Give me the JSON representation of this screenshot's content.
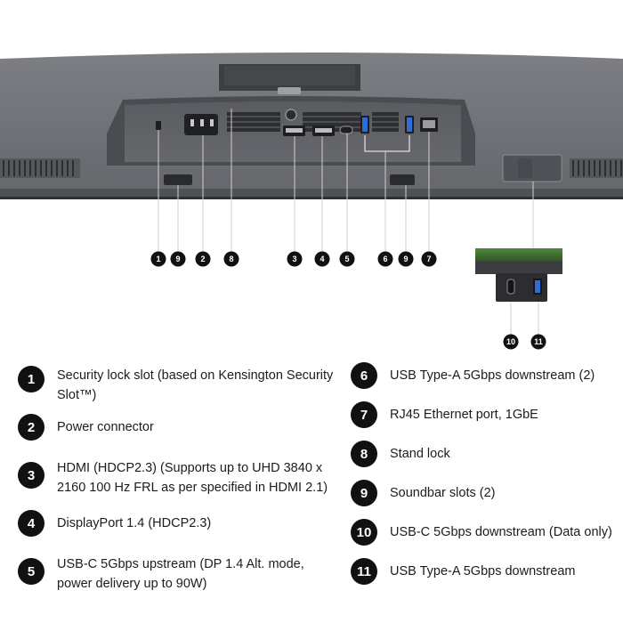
{
  "callouts": {
    "c1": "1",
    "c2": "2",
    "c3": "3",
    "c4": "4",
    "c5": "5",
    "c6": "6",
    "c7": "7",
    "c8": "8",
    "c9a": "9",
    "c9b": "9",
    "c10": "10",
    "c11": "11"
  },
  "legend": [
    {
      "num": "1",
      "text": "Security lock slot (based on Kensington Security Slot™)"
    },
    {
      "num": "2",
      "text": "Power connector"
    },
    {
      "num": "3",
      "text": "HDMI (HDCP2.3) (Supports up to UHD 3840 x 2160 100 Hz FRL as per specified in HDMI 2.1)"
    },
    {
      "num": "4",
      "text": "DisplayPort 1.4 (HDCP2.3)"
    },
    {
      "num": "5",
      "text": "USB-C 5Gbps upstream (DP 1.4 Alt. mode, power delivery up to 90W)"
    },
    {
      "num": "6",
      "text": "USB Type-A 5Gbps downstream (2)"
    },
    {
      "num": "7",
      "text": "RJ45 Ethernet port, 1GbE"
    },
    {
      "num": "8",
      "text": "Stand lock"
    },
    {
      "num": "9",
      "text": "Soundbar slots (2)"
    },
    {
      "num": "10",
      "text": "USB-C 5Gbps downstream (Data only)"
    },
    {
      "num": "11",
      "text": "USB Type-A 5Gbps downstream"
    }
  ],
  "colors": {
    "body": "#6e7076",
    "panel": "#5d5f64",
    "port_blue": "#2b6fd6",
    "badge": "#111111"
  }
}
